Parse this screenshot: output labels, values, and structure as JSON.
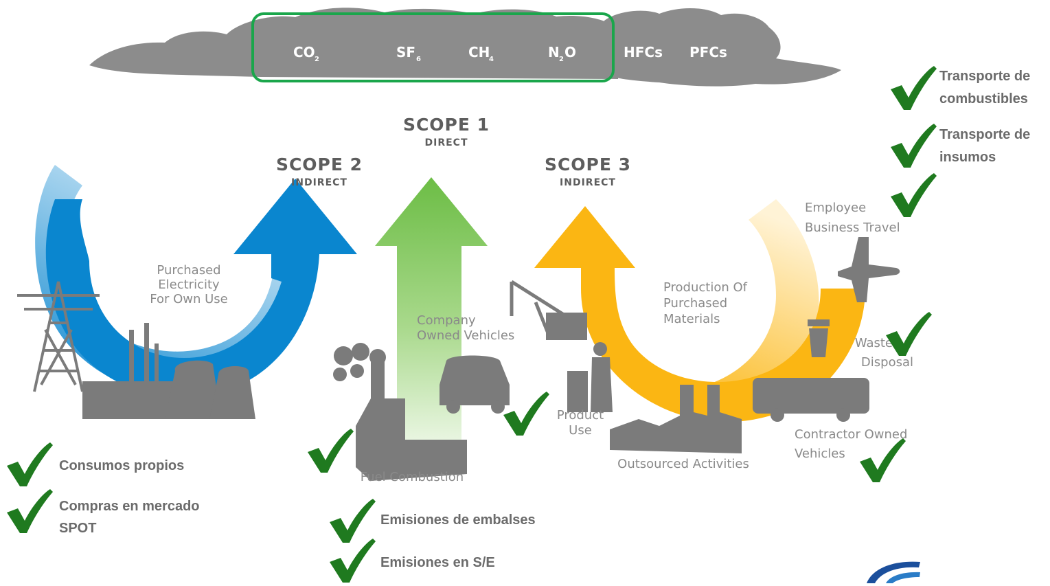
{
  "gases": {
    "co2": {
      "main": "CO",
      "sub": "2"
    },
    "sf6": {
      "main": "SF",
      "sub": "6"
    },
    "ch4": {
      "main": "CH",
      "sub": "4"
    },
    "n2o": {
      "main": "N",
      "sub": "2",
      "tail": "O"
    },
    "hfcs": "HFCs",
    "pfcs": "PFCs"
  },
  "scopes": {
    "scope1": {
      "title": "SCOPE 1",
      "type": "DIRECT"
    },
    "scope2": {
      "title": "SCOPE 2",
      "type": "INDIRECT"
    },
    "scope3": {
      "title": "SCOPE 3",
      "type": "INDIRECT"
    }
  },
  "labels": {
    "purchased": [
      "Purchased",
      "Electricity",
      "For Own Use"
    ],
    "company": [
      "Company",
      "Owned Vehicles"
    ],
    "fuel": "Fuel Combustion",
    "product": [
      "Product",
      "Use"
    ],
    "production": [
      "Production Of",
      "Purchased",
      "Materials"
    ],
    "outsourced": "Outsourced Activities",
    "employee": [
      "Employee",
      "Business Travel"
    ],
    "waste": [
      "Waste",
      "Disposal"
    ],
    "contractor": [
      "Contractor Owned",
      "Vehicles"
    ]
  },
  "notes": {
    "transporte_combustibles": [
      "Transporte de",
      "combustibles"
    ],
    "transporte_insumos": [
      "Transporte de",
      "insumos"
    ],
    "consumos": "Consumos propios",
    "compras": [
      "Compras en mercado",
      "SPOT"
    ],
    "embalses": "Emisiones de embalses",
    "se": "Emisiones en S/E"
  },
  "colors": {
    "check": "#1f7a1f",
    "highlight_box": "#1aa64b",
    "scope1": "#6cbd45",
    "scope2": "#0a86cf",
    "scope3": "#fbb613",
    "cloud": "#8c8c8c",
    "icon": "#7b7b7b"
  }
}
